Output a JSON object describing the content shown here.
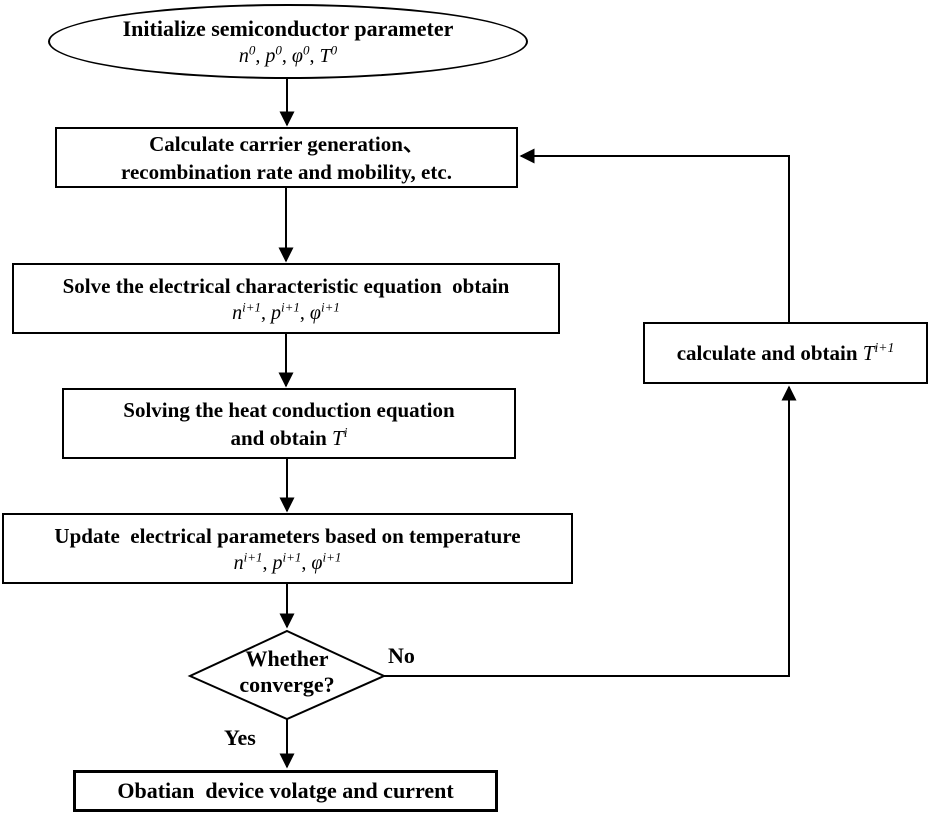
{
  "nodes": {
    "start": {
      "title": "Initialize semiconductor parameter",
      "formula": [
        {
          "base": "n",
          "sup": "0"
        },
        {
          "text": ", "
        },
        {
          "base": "p",
          "sup": "0"
        },
        {
          "text": ", "
        },
        {
          "base": "φ",
          "sup": "0"
        },
        {
          "text": ", "
        },
        {
          "base": "T",
          "sup": "0"
        }
      ]
    },
    "calc": {
      "line1": "Calculate carrier generation、",
      "line2": "recombination rate and mobility, etc."
    },
    "solve": {
      "line1": "Solve the electrical characteristic equation  obtain",
      "formula": [
        {
          "base": "n",
          "sup": "i+1"
        },
        {
          "text": ", "
        },
        {
          "base": "p",
          "sup": "i+1"
        },
        {
          "text": ", "
        },
        {
          "base": "φ",
          "sup": "i+1"
        }
      ]
    },
    "heat": {
      "line1": "Solving the heat conduction equation",
      "line2": [
        {
          "text": "and obtain "
        },
        {
          "base": "T",
          "sup": "i"
        }
      ]
    },
    "update": {
      "line1": "Update  electrical parameters based on temperature",
      "formula": [
        {
          "base": "n",
          "sup": "i+1"
        },
        {
          "text": ", "
        },
        {
          "base": "p",
          "sup": "i+1"
        },
        {
          "text": ", "
        },
        {
          "base": "φ",
          "sup": "i+1"
        }
      ]
    },
    "decision": {
      "line1": "Whether",
      "line2": "converge?"
    },
    "tcalc": {
      "content": [
        {
          "text": "calculate and obtain "
        },
        {
          "base": "T",
          "sup": "i+1"
        }
      ]
    },
    "result": {
      "title": "Obatian  device volatge and current"
    }
  },
  "edges": {
    "no_label": "No",
    "yes_label": "Yes"
  },
  "colors": {
    "line": "#000000",
    "fill": "#ffffff",
    "text": "#000000"
  }
}
